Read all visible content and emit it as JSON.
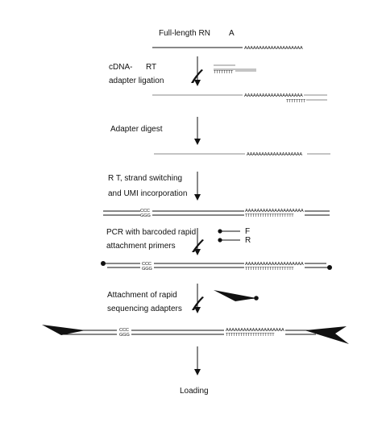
{
  "steps": {
    "full_length": "Full-length RN",
    "full_length_suffix": "A",
    "cdna_line1": "cDNA-",
    "cdna_rt": "RT",
    "cdna_line2": "adapter ligation",
    "digest": "Adapter digest",
    "rt_line1": "R T, strand switching",
    "rt_line2": "and UMI incorporation",
    "pcr_line1": "PCR with barcoded rapid",
    "pcr_line2": "attachment primers",
    "primer_f": "F",
    "primer_r": "R",
    "attach_line1": "Attachment of rapid",
    "attach_line2": "sequencing adapters",
    "loading": "Loading"
  },
  "sequences": {
    "polya_long": "AAAAAAAAAAAAAAAAAAAA",
    "polya_mid": "AAAAAAAAAAAAAAAAAAA",
    "polyt_short": "TTTTTTTT",
    "polyt_long": "TTTTTTTTTTTTTTTTTTTT",
    "umi_top": "CCC",
    "umi_bottom": "GGG"
  },
  "colors": {
    "strand": "#111111",
    "grey_strand": "#8a8a8a"
  }
}
